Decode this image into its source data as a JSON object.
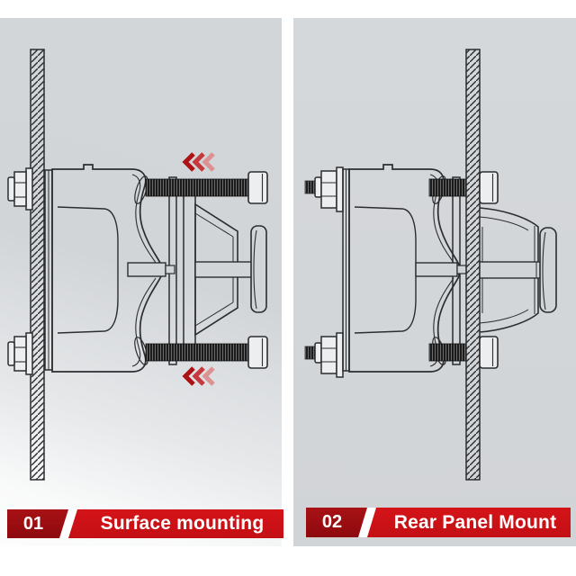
{
  "panels": [
    {
      "id": "surface-mounting",
      "number": "01",
      "label": "Surface mounting"
    },
    {
      "id": "rear-panel-mount",
      "number": "02",
      "label": "Rear Panel Mount"
    }
  ],
  "colors": {
    "page_background": "#ffffff",
    "panel_background": "#d2d5d8",
    "line_art": "#2b2d2f",
    "screw_thread_black": "#1b1b1b",
    "badge_red_dark": "#9a0c10",
    "banner_red": "#cd1217",
    "arrow_red_strong": "#ad1114",
    "arrow_red_mid": "#c43a3d",
    "arrow_red_faded": "#dc9193"
  },
  "icons": [
    {
      "name": "press-left-arrows-icon",
      "meaning": "chevrons showing screws tightened toward the panel"
    }
  ]
}
